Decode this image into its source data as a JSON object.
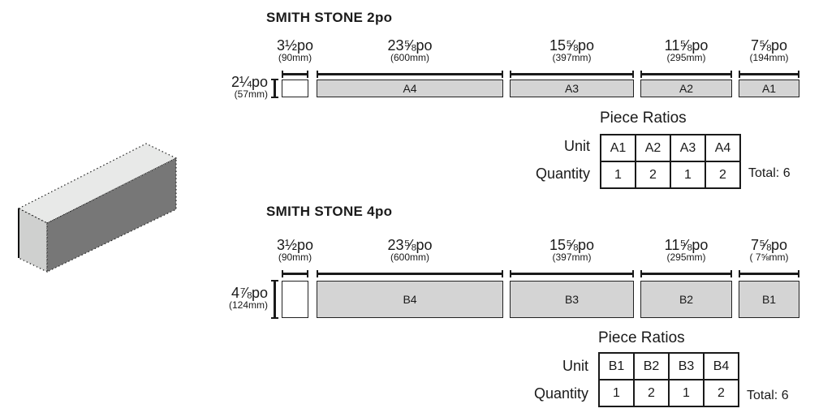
{
  "sections": [
    {
      "title": "SMITH STONE 2po",
      "height_label": "2¼po",
      "height_mm": "(57mm)",
      "dims": [
        {
          "big": "3½po",
          "mm": "(90mm)"
        },
        {
          "big": "23⅝po",
          "mm": "(600mm)"
        },
        {
          "big": "15⅝po",
          "mm": "(397mm)"
        },
        {
          "big": "11⅝po",
          "mm": "(295mm)"
        },
        {
          "big": "7⅝po",
          "mm": "(194mm)"
        }
      ],
      "pieces": [
        "A4",
        "A3",
        "A2",
        "A1"
      ],
      "ratios": {
        "title": "Piece Ratios",
        "unit_label": "Unit",
        "quantity_label": "Quantity",
        "units": [
          "A1",
          "A2",
          "A3",
          "A4"
        ],
        "quantities": [
          "1",
          "2",
          "1",
          "2"
        ],
        "total": "Total: 6"
      }
    },
    {
      "title": "SMITH STONE 4po",
      "height_label": "4⅞po",
      "height_mm": "(124mm)",
      "dims": [
        {
          "big": "3½po",
          "mm": "(90mm)"
        },
        {
          "big": "23⅝po",
          "mm": "(600mm)"
        },
        {
          "big": "15⅝po",
          "mm": "(397mm)"
        },
        {
          "big": "11⅝po",
          "mm": "(295mm)"
        },
        {
          "big": "7⅝po",
          "mm": "( 7⅝mm)"
        }
      ],
      "pieces": [
        "B4",
        "B3",
        "B2",
        "B1"
      ],
      "ratios": {
        "title": "Piece Ratios",
        "unit_label": "Unit",
        "quantity_label": "Quantity",
        "units": [
          "B1",
          "B2",
          "B3",
          "B4"
        ],
        "quantities": [
          "1",
          "2",
          "1",
          "2"
        ],
        "total": "Total: 6"
      }
    }
  ],
  "colors": {
    "piece_fill": "#d4d4d4",
    "block_top": "#e8e9e8",
    "block_front": "#cfd0cf",
    "block_side": "#777777"
  }
}
